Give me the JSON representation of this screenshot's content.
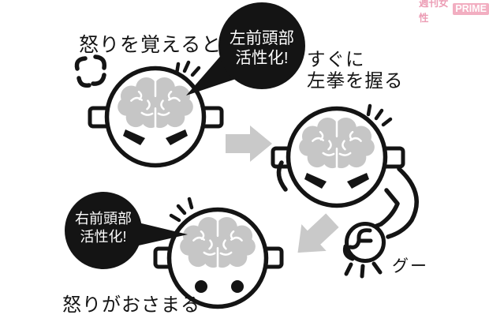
{
  "colors": {
    "ink": "#141414",
    "brain_gray": "#c6c6c6",
    "arrow_gray": "#c9c9c9",
    "watermark_pink": "#f2aec1",
    "watermark_text_pink": "#ec9db5",
    "bubble_text": "#ffffff"
  },
  "watermark": {
    "brand": "週刊女性",
    "badge": "PRIME"
  },
  "steps": {
    "step1": {
      "caption": "怒りを覚えると",
      "bubble_line1": "左前頭部",
      "bubble_line2": "活性化!"
    },
    "step2": {
      "caption_line1": "すぐに",
      "caption_line2": "左拳を握る",
      "fist_label": "グー"
    },
    "step3": {
      "caption": "怒りがおさまる",
      "bubble_line1": "右前頭部",
      "bubble_line2": "活性化!"
    }
  }
}
